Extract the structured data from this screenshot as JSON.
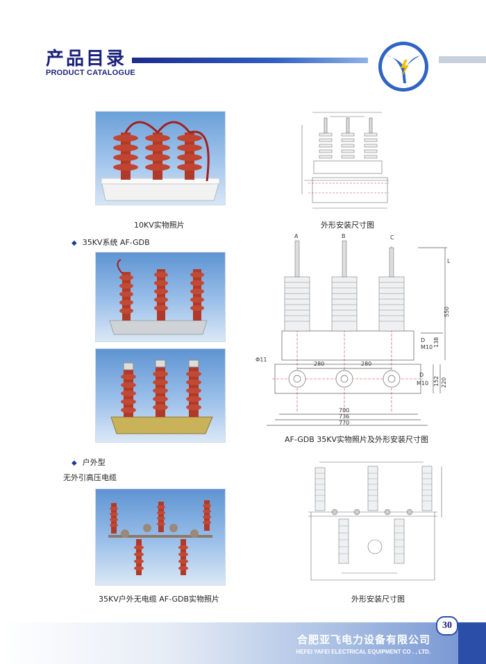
{
  "header": {
    "title_cn": "产品目录",
    "title_en": "PRODUCT CATALOGUE"
  },
  "sections": {
    "s1_photo_caption": "10KV实物照片",
    "s1_drawing_caption": "外形安装尺寸图",
    "s2_heading": "35KV系统 AF-GDB",
    "s2_drawing_caption": "AF-GDB 35KV实物照片及外形安装尺寸图",
    "s3_heading": "户外型",
    "s3_subheading": "无外引高压电缆",
    "s3_photo_caption": "35KV户外无电缆 AF-GDB实物照片",
    "s3_drawing_caption": "外形安装尺寸图"
  },
  "drawing2_labels": {
    "phase_a": "A",
    "phase_b": "B",
    "phase_c": "C",
    "dim_l": "L",
    "dim_550": "550",
    "dim_d": "D",
    "dim_m10": "M10",
    "dim_138": "138",
    "dim_phi11": "Φ11",
    "dim_280a": "280",
    "dim_280b": "280",
    "dim_d2": "D",
    "dim_m10b": "M10",
    "dim_152": "152",
    "dim_220": "220",
    "dim_700": "700",
    "dim_736": "736",
    "dim_770": "770"
  },
  "footer": {
    "company_cn": "合肥亚飞电力设备有限公司",
    "company_en": "HEFEI YAFEI ELECTRICAL EQUIPMENT CO . , LTD.",
    "page_number": "30"
  },
  "colors": {
    "brand_blue": "#1a1f7a",
    "insulator_red": "#b03a2a",
    "logo_yellow": "#f0c000"
  }
}
